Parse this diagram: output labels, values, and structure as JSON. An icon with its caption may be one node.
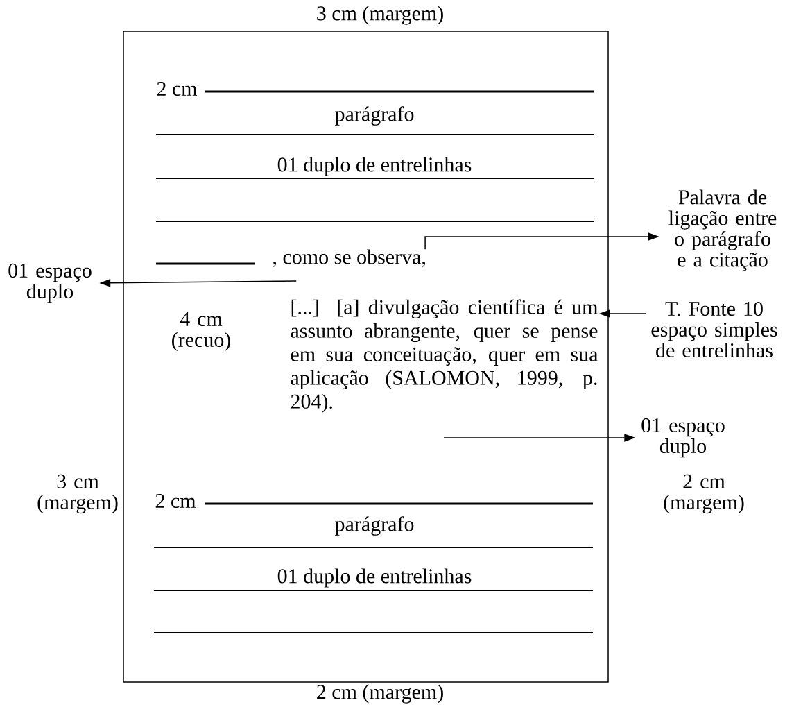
{
  "diagram": {
    "nodes": [
      {
        "text": [],
        "shape": "box"
      },
      {
        "text": [
          ", como se observa,"
        ],
        "in": 0
      },
      {
        "text": [
          "[...] [a] divulgação científica é um assunto abrangente, quer se pense em sua conceituação, quer em sua aplicação (SALOMON, 1999, p. 204)."
        ],
        "in": 0
      },
      {
        "text": [
          "Palavra de ligação entre o parágrafo e a citação"
        ]
      },
      {
        "text": [
          "01 espaço duplo"
        ]
      },
      {
        "text": [
          "T. Fonte 10 espaço simples de entrelinhas"
        ]
      },
      {
        "text": [
          "01 espaço duplo"
        ]
      }
    ],
    "edges": [
      {
        "from": 1,
        "to": 3,
        "arrow": "to"
      },
      {
        "from": 1,
        "to": 4,
        "arrow": "to"
      },
      {
        "from": 5,
        "to": 2,
        "arrow": "to"
      },
      {
        "from": null,
        "to": 6,
        "arrow": "to"
      }
    ],
    "labels": [
      "3 cm (margem)",
      "2 cm",
      "parágrafo",
      "01 duplo de entrelinhas",
      "4 cm (recuo)",
      "3 cm (margem)",
      "2 cm (margem)",
      "2 cm",
      "parágrafo",
      "01 duplo de entrelinhas",
      "2 cm (margem)"
    ]
  }
}
